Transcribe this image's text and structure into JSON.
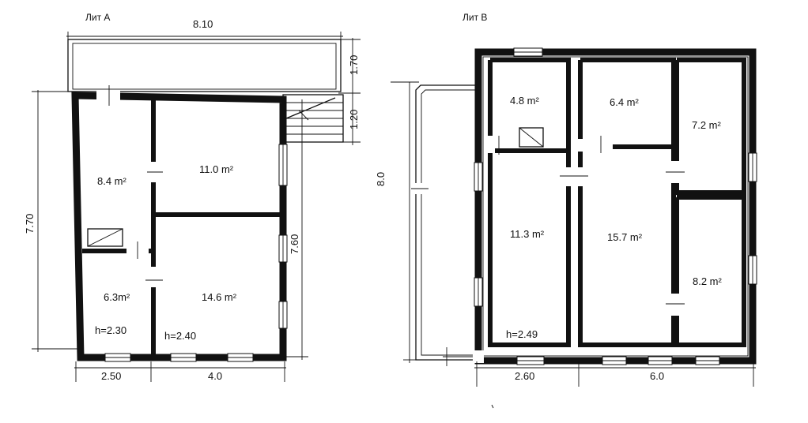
{
  "lit_a": {
    "title": "Лит А",
    "rooms": [
      "8.4 m²",
      "11.0 m²",
      "6.3m²",
      "14.6 m²"
    ],
    "heights": [
      "h=2.30",
      "h=2.40"
    ],
    "dims": {
      "top_width": "8.10",
      "porch_depth": "1.70",
      "step_depth": "1.20",
      "left_height": "7.70",
      "right_height": "7.60",
      "bottom_left": "2.50",
      "bottom_right": "4.0"
    }
  },
  "lit_b": {
    "title": "Лит В",
    "rooms": [
      "4.8 m²",
      "6.4 m²",
      "7.2 m²",
      "11.3 m²",
      "15.7 m²",
      "8.2 m²"
    ],
    "heights": [
      "h=2.49"
    ],
    "dims": {
      "left_height": "8.0",
      "bottom_left": "2.60",
      "bottom_right": "6.0"
    }
  }
}
